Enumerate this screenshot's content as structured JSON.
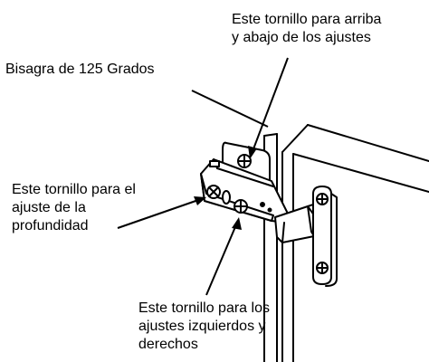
{
  "labels": {
    "top_adjust": [
      "Este tornillo para arriba",
      "y abajo de los ajustes"
    ],
    "hinge": "Bisagra de 125 Grados",
    "depth": [
      "Este tornillo para el",
      "ajuste de la",
      "profundidad"
    ],
    "left_right": [
      "Este tornillo para los",
      "ajustes izquierdos y",
      "derechos"
    ]
  }
}
